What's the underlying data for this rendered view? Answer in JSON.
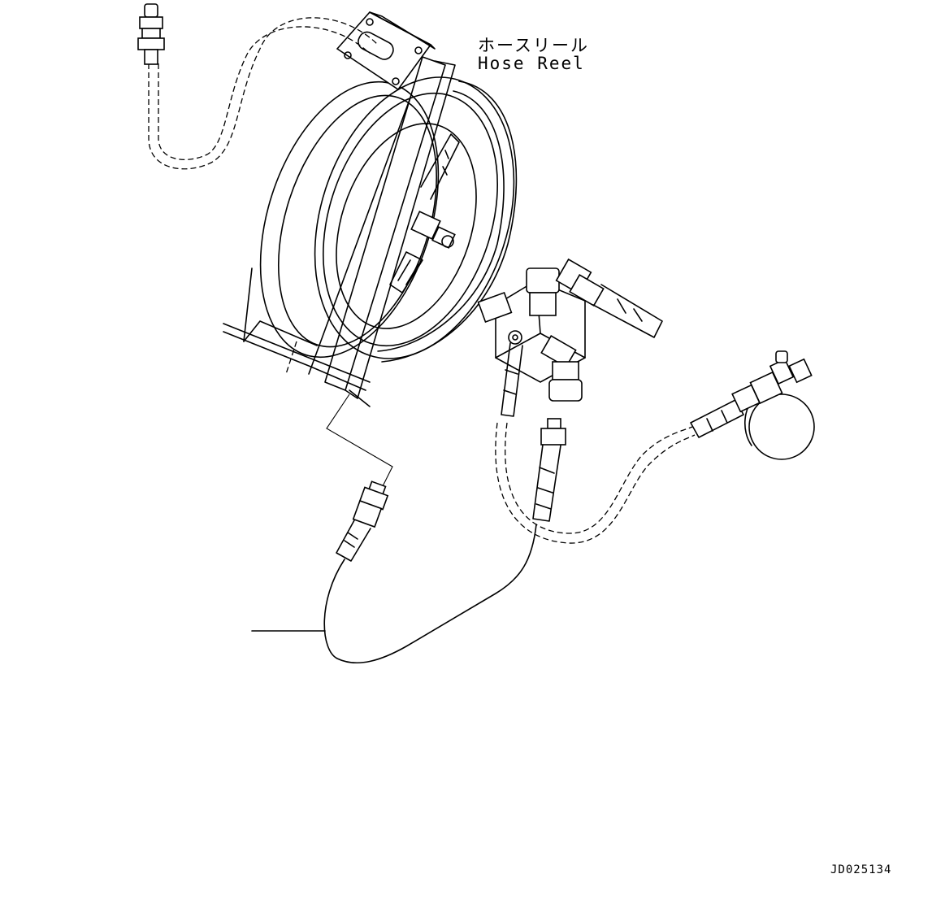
{
  "labels": {
    "hose_reel_jp": "ホースリール",
    "hose_reel_en": "Hose Reel",
    "document_code": "JD025134"
  },
  "colors": {
    "line": "#000000",
    "background": "#ffffff"
  }
}
